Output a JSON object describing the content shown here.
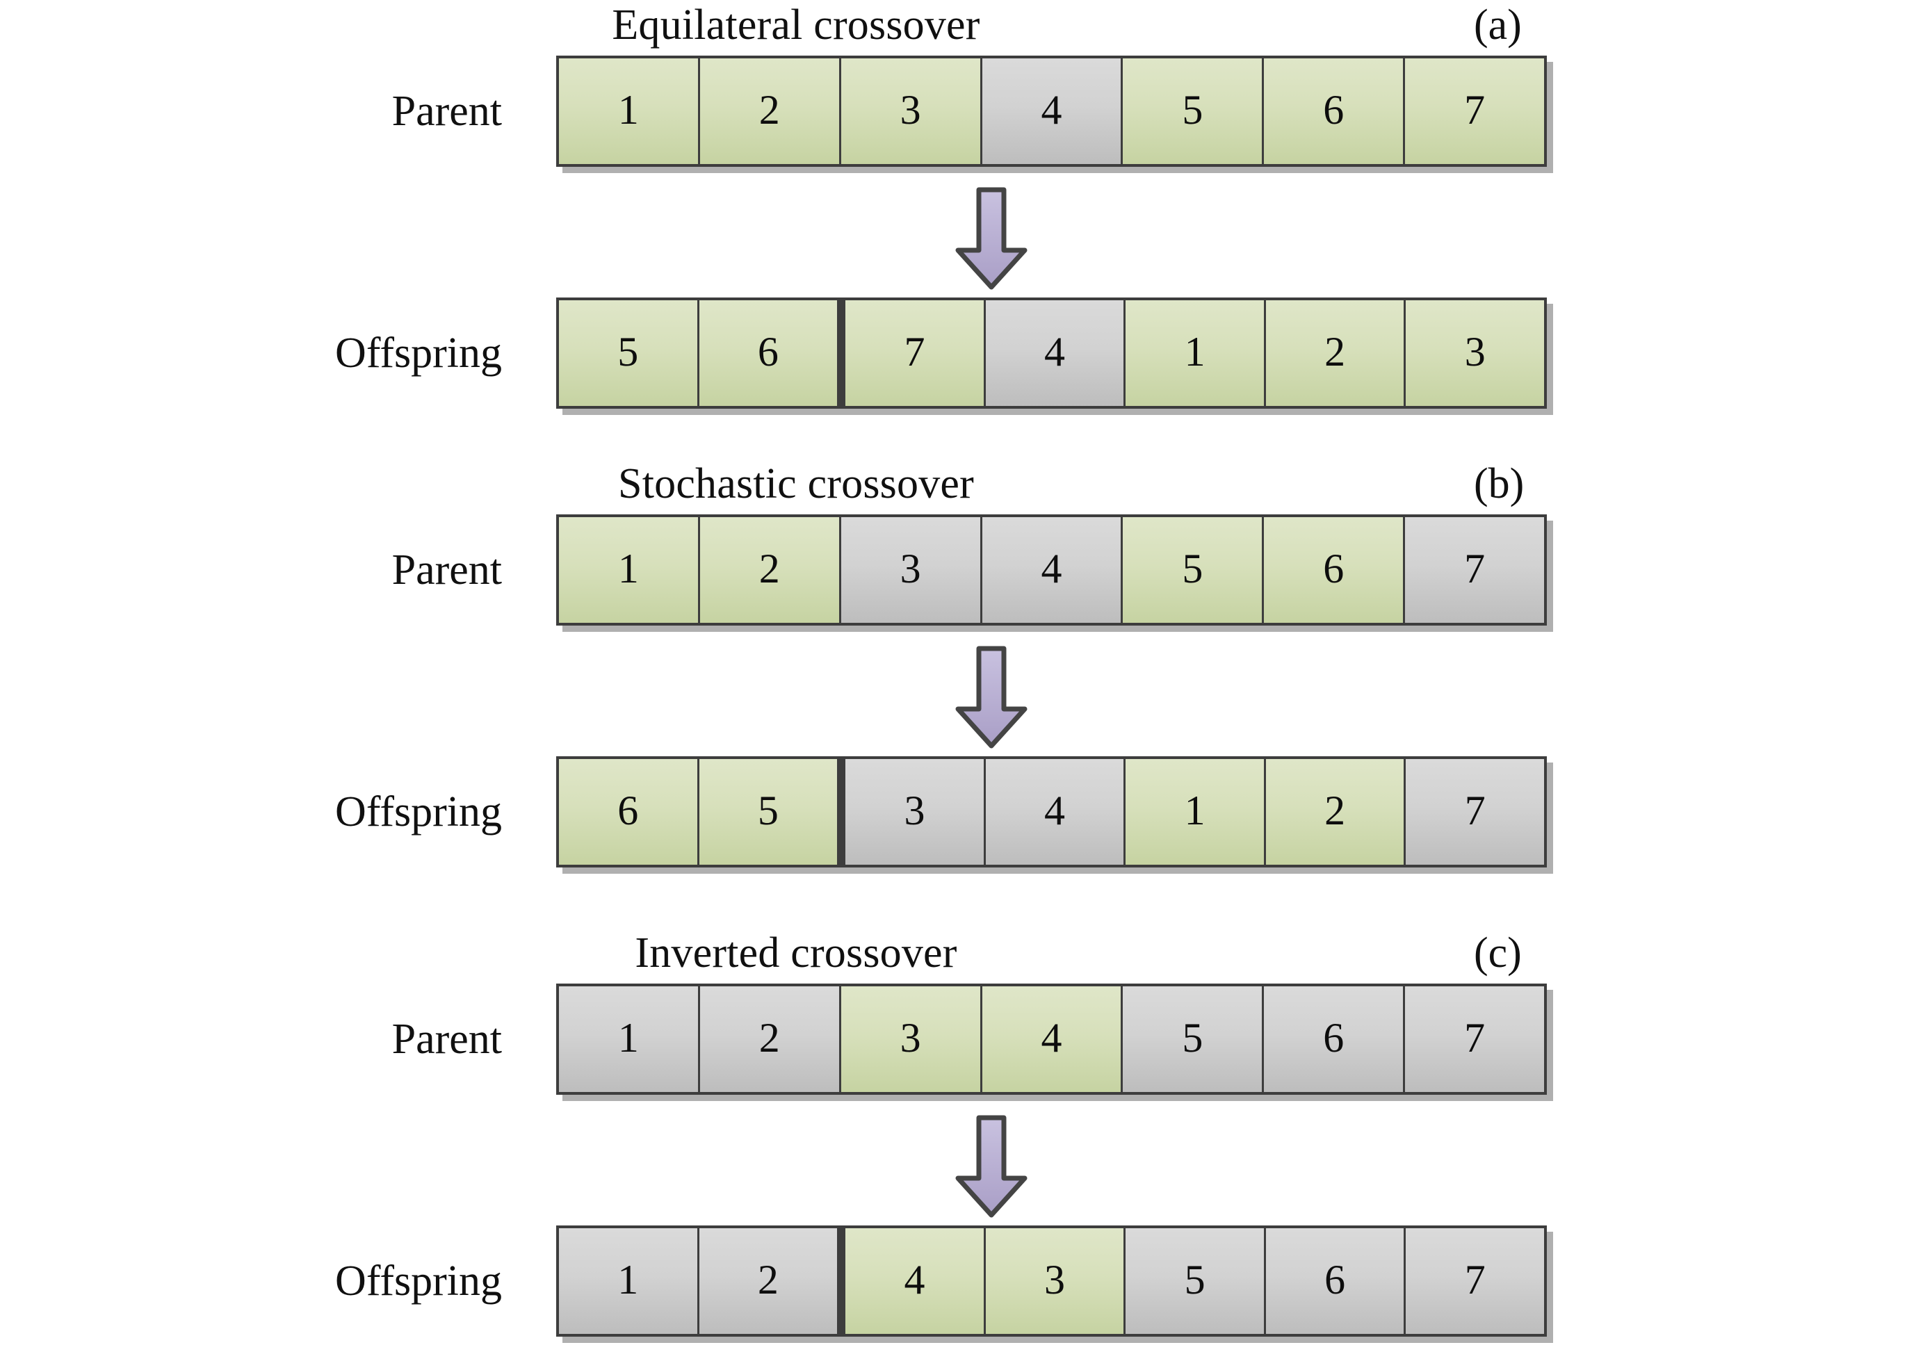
{
  "figure": {
    "colors": {
      "green_fill_top": "#dfe6c8",
      "green_fill_bottom": "#c6d3a2",
      "gray_fill_top": "#dadada",
      "gray_fill_bottom": "#bdbdbd",
      "border": "#3d3d3d",
      "arrow_fill_top": "#c9c2e0",
      "arrow_fill_bottom": "#a99ec6",
      "arrow_stroke": "#444444",
      "shadow": "#9b9b9b",
      "background": "#ffffff",
      "text": "#101010"
    },
    "arrow_icon_name": "down-arrow-icon",
    "panels": [
      {
        "id": "a",
        "title": "Equilateral crossover",
        "tag": "(a)",
        "parent": {
          "label": "Parent",
          "cells": [
            {
              "value": "1",
              "color": "green",
              "divider": "normal"
            },
            {
              "value": "2",
              "color": "green",
              "divider": "normal"
            },
            {
              "value": "3",
              "color": "green",
              "divider": "normal"
            },
            {
              "value": "4",
              "color": "gray",
              "divider": "normal"
            },
            {
              "value": "5",
              "color": "green",
              "divider": "normal"
            },
            {
              "value": "6",
              "color": "green",
              "divider": "normal"
            },
            {
              "value": "7",
              "color": "green",
              "divider": "normal"
            }
          ]
        },
        "offspring": {
          "label": "Offspring",
          "cells": [
            {
              "value": "5",
              "color": "green",
              "divider": "normal"
            },
            {
              "value": "6",
              "color": "green",
              "divider": "normal"
            },
            {
              "value": "7",
              "color": "green",
              "divider": "thick"
            },
            {
              "value": "4",
              "color": "gray",
              "divider": "normal"
            },
            {
              "value": "1",
              "color": "green",
              "divider": "normal"
            },
            {
              "value": "2",
              "color": "green",
              "divider": "normal"
            },
            {
              "value": "3",
              "color": "green",
              "divider": "normal"
            }
          ]
        }
      },
      {
        "id": "b",
        "title": "Stochastic crossover",
        "tag": "(b)",
        "parent": {
          "label": "Parent",
          "cells": [
            {
              "value": "1",
              "color": "green",
              "divider": "normal"
            },
            {
              "value": "2",
              "color": "green",
              "divider": "normal"
            },
            {
              "value": "3",
              "color": "gray",
              "divider": "normal"
            },
            {
              "value": "4",
              "color": "gray",
              "divider": "normal"
            },
            {
              "value": "5",
              "color": "green",
              "divider": "normal"
            },
            {
              "value": "6",
              "color": "green",
              "divider": "normal"
            },
            {
              "value": "7",
              "color": "gray",
              "divider": "normal"
            }
          ]
        },
        "offspring": {
          "label": "Offspring",
          "cells": [
            {
              "value": "6",
              "color": "green",
              "divider": "normal"
            },
            {
              "value": "5",
              "color": "green",
              "divider": "normal"
            },
            {
              "value": "3",
              "color": "gray",
              "divider": "thick"
            },
            {
              "value": "4",
              "color": "gray",
              "divider": "normal"
            },
            {
              "value": "1",
              "color": "green",
              "divider": "normal"
            },
            {
              "value": "2",
              "color": "green",
              "divider": "normal"
            },
            {
              "value": "7",
              "color": "gray",
              "divider": "normal"
            }
          ]
        }
      },
      {
        "id": "c",
        "title": "Inverted crossover",
        "tag": "(c)",
        "parent": {
          "label": "Parent",
          "cells": [
            {
              "value": "1",
              "color": "gray",
              "divider": "normal"
            },
            {
              "value": "2",
              "color": "gray",
              "divider": "normal"
            },
            {
              "value": "3",
              "color": "green",
              "divider": "normal"
            },
            {
              "value": "4",
              "color": "green",
              "divider": "normal"
            },
            {
              "value": "5",
              "color": "gray",
              "divider": "normal"
            },
            {
              "value": "6",
              "color": "gray",
              "divider": "normal"
            },
            {
              "value": "7",
              "color": "gray",
              "divider": "normal"
            }
          ]
        },
        "offspring": {
          "label": "Offspring",
          "cells": [
            {
              "value": "1",
              "color": "gray",
              "divider": "normal"
            },
            {
              "value": "2",
              "color": "gray",
              "divider": "normal"
            },
            {
              "value": "4",
              "color": "green",
              "divider": "thick"
            },
            {
              "value": "3",
              "color": "green",
              "divider": "normal"
            },
            {
              "value": "5",
              "color": "gray",
              "divider": "normal"
            },
            {
              "value": "6",
              "color": "gray",
              "divider": "normal"
            },
            {
              "value": "7",
              "color": "gray",
              "divider": "normal"
            }
          ]
        }
      }
    ]
  }
}
